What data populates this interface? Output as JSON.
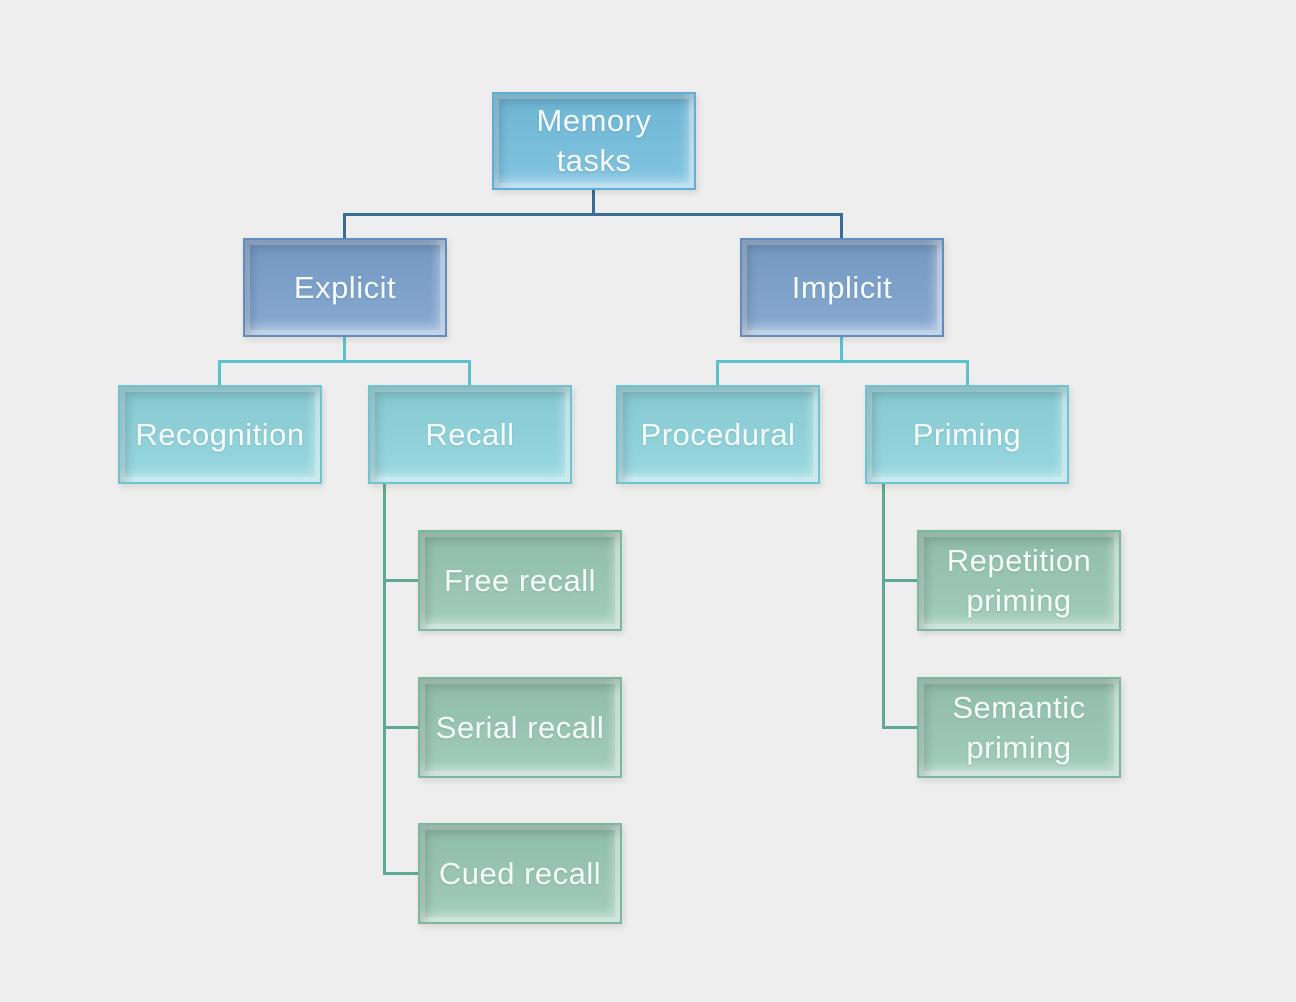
{
  "diagram": {
    "type": "hierarchy-tree",
    "title": "Memory tasks",
    "background": "#eeeeee",
    "colors": {
      "background": "#eeeeee",
      "text": "#f5fafb",
      "root_fill": "#74bedf",
      "root_border": "#5dafd5",
      "level2_fill": "#7aa0cc",
      "level2_border": "#628cbd",
      "level3_fill": "#8dd3dc",
      "level3_border": "#6fc4d0",
      "level4_fill": "#97c6b3",
      "level4_border": "#7cb7a2",
      "connector_level1": "#3a6b99",
      "connector_level2": "#5cc0cd",
      "connector_level3": "#5fa895"
    },
    "nodes": {
      "memory_tasks": {
        "label": "Memory tasks",
        "level": 1
      },
      "explicit": {
        "label": "Explicit",
        "level": 2
      },
      "implicit": {
        "label": "Implicit",
        "level": 2
      },
      "recognition": {
        "label": "Recognition",
        "level": 3
      },
      "recall": {
        "label": "Recall",
        "level": 3
      },
      "procedural": {
        "label": "Procedural",
        "level": 3
      },
      "priming": {
        "label": "Priming",
        "level": 3
      },
      "free_recall": {
        "label": "Free recall",
        "level": 4
      },
      "serial_recall": {
        "label": "Serial recall",
        "level": 4
      },
      "cued_recall": {
        "label": "Cued recall",
        "level": 4
      },
      "repetition_priming": {
        "label": "Repetition priming",
        "level": 4
      },
      "semantic_priming": {
        "label": "Semantic priming",
        "level": 4
      }
    },
    "edges": [
      {
        "from": "Memory tasks",
        "to": "Explicit"
      },
      {
        "from": "Memory tasks",
        "to": "Implicit"
      },
      {
        "from": "Explicit",
        "to": "Recognition"
      },
      {
        "from": "Explicit",
        "to": "Recall"
      },
      {
        "from": "Implicit",
        "to": "Procedural"
      },
      {
        "from": "Implicit",
        "to": "Priming"
      },
      {
        "from": "Recall",
        "to": "Free recall"
      },
      {
        "from": "Recall",
        "to": "Serial recall"
      },
      {
        "from": "Recall",
        "to": "Cued recall"
      },
      {
        "from": "Priming",
        "to": "Repetition priming"
      },
      {
        "from": "Priming",
        "to": "Semantic priming"
      }
    ]
  }
}
